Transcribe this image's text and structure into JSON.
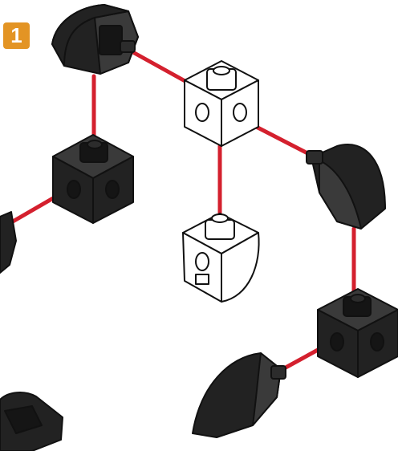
{
  "step": {
    "number": "1",
    "badge_color": "#e39424"
  },
  "colors": {
    "connector": "#d4202e",
    "black_part": "#222222",
    "black_part_light": "#3a3a3a",
    "white_part": "#ffffff",
    "outline": "#111111"
  },
  "parts": [
    {
      "kind": "curved-wedge",
      "color": "black"
    },
    {
      "kind": "cube-connector",
      "color": "white"
    },
    {
      "kind": "cube-connector",
      "color": "black"
    },
    {
      "kind": "curved-wedge",
      "color": "black"
    },
    {
      "kind": "curved-slope-block",
      "color": "white"
    },
    {
      "kind": "cube-connector",
      "color": "black"
    },
    {
      "kind": "curved-wedge",
      "color": "black"
    },
    {
      "kind": "curved-wedge",
      "color": "black"
    },
    {
      "kind": "curved-wedge",
      "color": "black"
    }
  ]
}
